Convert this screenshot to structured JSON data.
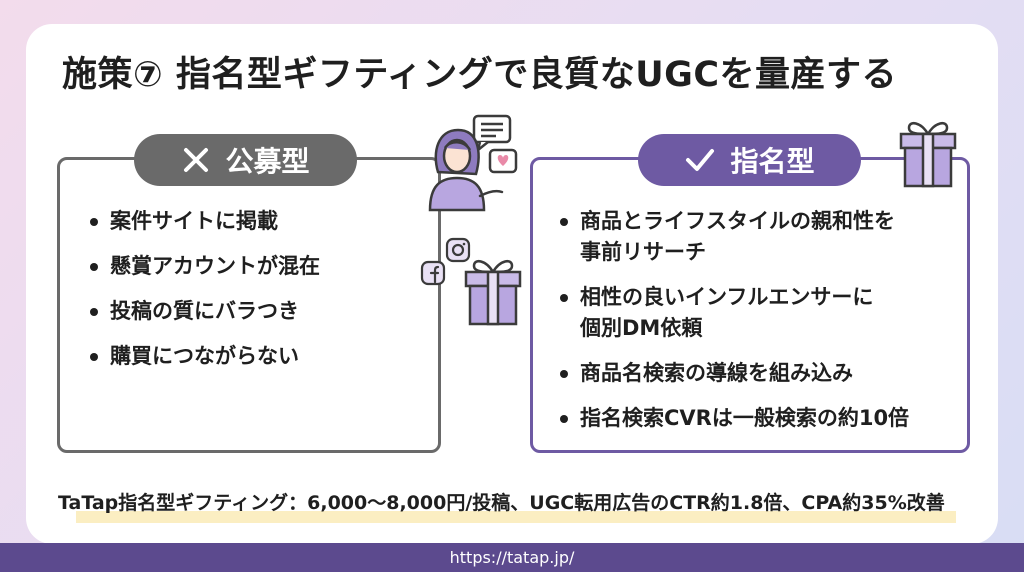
{
  "title": "施策⑦ 指名型ギフティングで良質なUGCを量産する",
  "left_panel": {
    "label": "公募型",
    "icon": "x-mark-icon",
    "items": [
      "案件サイトに掲載",
      "懸賞アカウントが混在",
      "投稿の質にバラつき",
      "購買につながらない"
    ]
  },
  "right_panel": {
    "label": "指名型",
    "icon": "check-mark-icon",
    "items": [
      [
        "商品とライフスタイルの親和性を",
        "事前リサーチ"
      ],
      [
        "相性の良いインフルエンサーに",
        "個別DM依頼"
      ],
      [
        "商品名検索の導線を組み込み"
      ],
      [
        "指名検索CVRは一般検索の約10倍"
      ]
    ]
  },
  "summary": "TaTap指名型ギフティング：6,000〜8,000円/投稿、UGC転用広告のCTR約1.8倍、CPA約35%改善",
  "footer_url": "https://tatap.jp/",
  "colors": {
    "gray": "#6a6a6a",
    "purple": "#6e5aa3",
    "footer": "#5c4a8e",
    "highlight": "#fbeec2"
  }
}
